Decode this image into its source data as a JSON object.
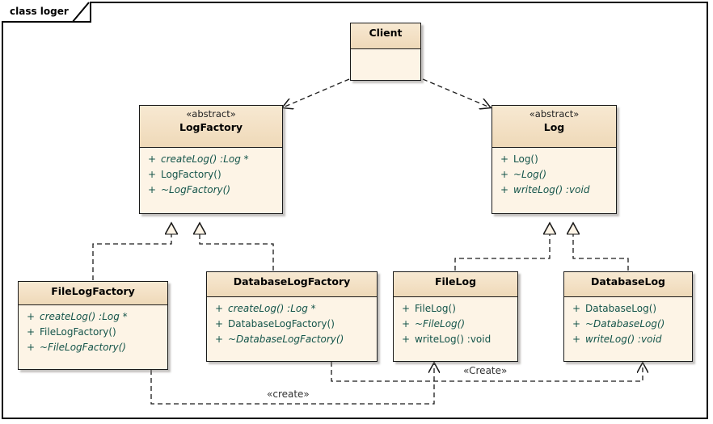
{
  "frame": {
    "title": "class loger"
  },
  "classes": [
    {
      "id": "client",
      "name": "Client",
      "stereotype": "",
      "members": []
    },
    {
      "id": "logfactory",
      "name": "LogFactory",
      "stereotype": "«abstract»",
      "members": [
        {
          "visibility": "+",
          "signature": "createLog() :Log *",
          "abstract": true
        },
        {
          "visibility": "+",
          "signature": "LogFactory()",
          "abstract": false
        },
        {
          "visibility": "+",
          "signature": "~LogFactory()",
          "abstract": true
        }
      ]
    },
    {
      "id": "log",
      "name": "Log",
      "stereotype": "«abstract»",
      "members": [
        {
          "visibility": "+",
          "signature": "Log()",
          "abstract": false
        },
        {
          "visibility": "+",
          "signature": "~Log()",
          "abstract": true
        },
        {
          "visibility": "+",
          "signature": "writeLog() :void",
          "abstract": true
        }
      ]
    },
    {
      "id": "filelogfactory",
      "name": "FileLogFactory",
      "stereotype": "",
      "members": [
        {
          "visibility": "+",
          "signature": "createLog() :Log *",
          "abstract": true
        },
        {
          "visibility": "+",
          "signature": "FileLogFactory()",
          "abstract": false
        },
        {
          "visibility": "+",
          "signature": "~FileLogFactory()",
          "abstract": true
        }
      ]
    },
    {
      "id": "databaselogfactory",
      "name": "DatabaseLogFactory",
      "stereotype": "",
      "members": [
        {
          "visibility": "+",
          "signature": "createLog() :Log *",
          "abstract": true
        },
        {
          "visibility": "+",
          "signature": "DatabaseLogFactory()",
          "abstract": false
        },
        {
          "visibility": "+",
          "signature": "~DatabaseLogFactory()",
          "abstract": true
        }
      ]
    },
    {
      "id": "filelog",
      "name": "FileLog",
      "stereotype": "",
      "members": [
        {
          "visibility": "+",
          "signature": "FileLog()",
          "abstract": false
        },
        {
          "visibility": "+",
          "signature": "~FileLog()",
          "abstract": true
        },
        {
          "visibility": "+",
          "signature": "writeLog() :void",
          "abstract": false
        }
      ]
    },
    {
      "id": "databaselog",
      "name": "DatabaseLog",
      "stereotype": "",
      "members": [
        {
          "visibility": "+",
          "signature": "DatabaseLog()",
          "abstract": false
        },
        {
          "visibility": "+",
          "signature": "~DatabaseLog()",
          "abstract": true
        },
        {
          "visibility": "+",
          "signature": "writeLog() :void",
          "abstract": true
        }
      ]
    }
  ],
  "relationships": [
    {
      "id": "client-to-logfactory",
      "kind": "dependency",
      "from": "Client",
      "to": "LogFactory",
      "label": ""
    },
    {
      "id": "client-to-log",
      "kind": "dependency",
      "from": "Client",
      "to": "Log",
      "label": ""
    },
    {
      "id": "filelogfactory-realizes-logfactory",
      "kind": "realization",
      "from": "FileLogFactory",
      "to": "LogFactory",
      "label": ""
    },
    {
      "id": "databaselogfactory-realizes-logfactory",
      "kind": "realization",
      "from": "DatabaseLogFactory",
      "to": "LogFactory",
      "label": ""
    },
    {
      "id": "filelog-realizes-log",
      "kind": "realization",
      "from": "FileLog",
      "to": "Log",
      "label": ""
    },
    {
      "id": "databaselog-realizes-log",
      "kind": "realization",
      "from": "DatabaseLog",
      "to": "Log",
      "label": ""
    },
    {
      "id": "databaselogfactory-creates-databaselog",
      "kind": "dependency",
      "from": "DatabaseLogFactory",
      "to": "DatabaseLog",
      "label": "«Create»"
    },
    {
      "id": "filelogfactory-creates-filelog",
      "kind": "dependency",
      "from": "FileLogFactory",
      "to": "FileLog",
      "label": "«create»"
    }
  ],
  "labels": {
    "create_upper": "«Create»",
    "create_lower": "«create»"
  },
  "colors": {
    "header_fill": "#f3e0c4",
    "body_fill": "#fdf4e6",
    "border": "#1a1a1a",
    "member_text": "#14544a",
    "line": "#1a1a1a"
  }
}
